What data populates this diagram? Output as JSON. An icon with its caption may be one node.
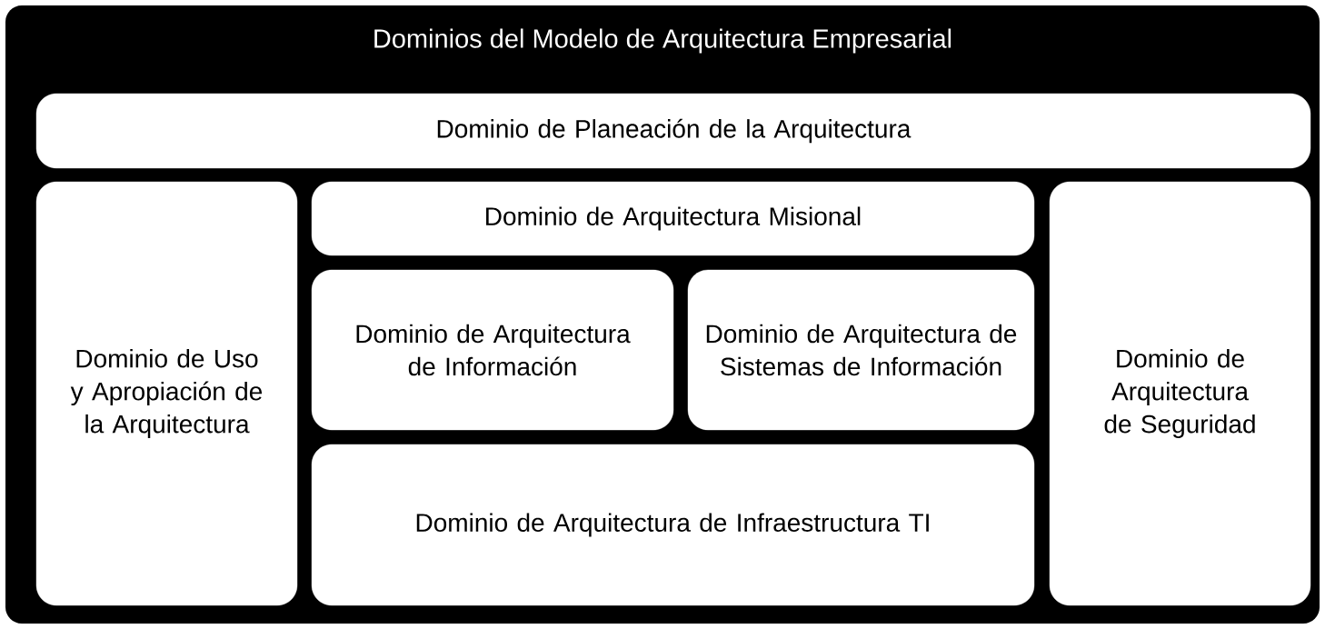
{
  "diagram": {
    "nodes": [
      {
        "text": [
          "Dominios del Modelo de Arquitectura Empresarial"
        ]
      },
      {
        "text": [
          "Dominio de Planeación de la Arquitectura"
        ],
        "in": 0
      },
      {
        "text": [
          "Dominio de Uso y Apropiación de la Arquitectura"
        ],
        "in": 0
      },
      {
        "text": [
          "Dominio de Arquitectura Misional"
        ],
        "in": 0
      },
      {
        "text": [
          "Dominio de Arquitectura de Información"
        ],
        "in": 0
      },
      {
        "text": [
          "Dominio de Arquitectura de Sistemas de Información"
        ],
        "in": 0
      },
      {
        "text": [
          "Dominio de Arquitectura de Infraestructura TI"
        ],
        "in": 0
      },
      {
        "text": [
          "Dominio de Arquitectura de Seguridad"
        ],
        "in": 0
      }
    ]
  }
}
